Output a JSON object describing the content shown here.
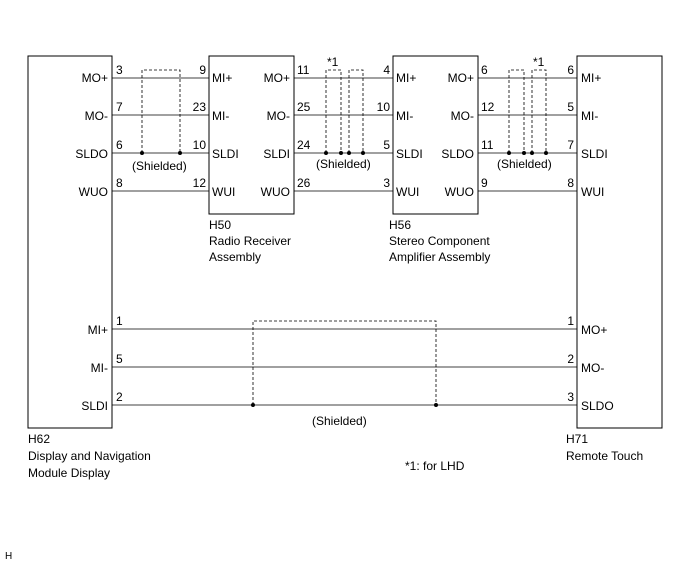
{
  "components": {
    "h62": {
      "code": "H62",
      "name_line1": "Display and Navigation",
      "name_line2": "Module Display",
      "pins": {
        "mo_plus": "MO+",
        "mo_minus": "MO-",
        "sldo": "SLDO",
        "wuo": "WUO",
        "mi_plus": "MI+",
        "mi_minus": "MI-",
        "sldi": "SLDI"
      }
    },
    "h50": {
      "code": "H50",
      "name_line1": "Radio Receiver",
      "name_line2": "Assembly",
      "pins": {
        "mi_plus": "MI+",
        "mi_minus": "MI-",
        "sldi": "SLDI",
        "wui": "WUI",
        "mo_plus": "MO+",
        "mo_minus": "MO-",
        "sldi_out": "SLDI",
        "wuo": "WUO"
      }
    },
    "h56": {
      "code": "H56",
      "name_line1": "Stereo Component",
      "name_line2": "Amplifier Assembly",
      "pins": {
        "mi_plus": "MI+",
        "mi_minus": "MI-",
        "sldi": "SLDI",
        "wui": "WUI",
        "mo_plus": "MO+",
        "mo_minus": "MO-",
        "sldo": "SLDO",
        "wuo": "WUO"
      }
    },
    "h71": {
      "code": "H71",
      "name_line1": "Remote Touch",
      "pins": {
        "mi_plus": "MI+",
        "mi_minus": "MI-",
        "sldi": "SLDI",
        "wui": "WUI",
        "mo_plus": "MO+",
        "mo_minus": "MO-",
        "sldo": "SLDO"
      }
    }
  },
  "pin_numbers": {
    "h62_h50": {
      "a": [
        "3",
        "7",
        "6",
        "8"
      ],
      "b": [
        "9",
        "23",
        "10",
        "12"
      ]
    },
    "h50_h56": {
      "a": [
        "11",
        "25",
        "24",
        "26"
      ],
      "b": [
        "4",
        "10",
        "5",
        "3"
      ]
    },
    "h56_h71": {
      "a": [
        "6",
        "12",
        "11",
        "9"
      ],
      "b": [
        "6",
        "5",
        "7",
        "8"
      ]
    },
    "h62_h71": {
      "a": [
        "1",
        "5",
        "2"
      ],
      "b": [
        "1",
        "2",
        "3"
      ]
    }
  },
  "labels": {
    "shielded": "(Shielded)",
    "note_marker": "*1",
    "footnote": "*1: for LHD",
    "corner_mark": "H"
  }
}
